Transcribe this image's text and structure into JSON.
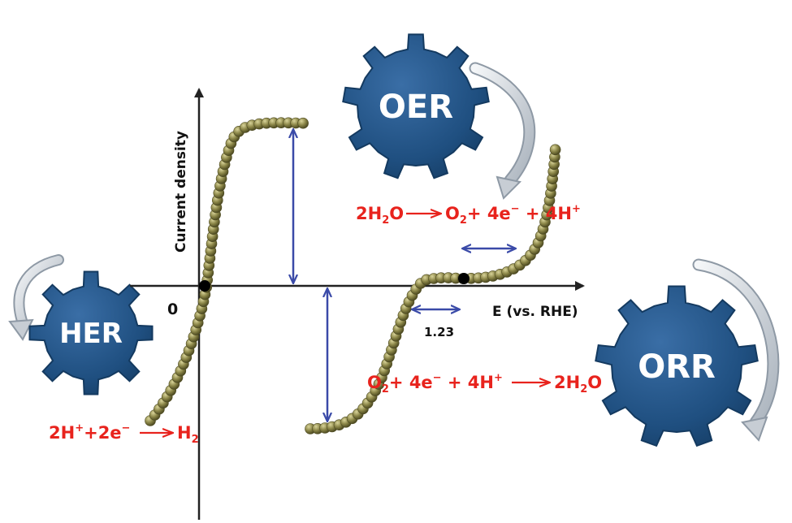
{
  "axes": {
    "y_label": "Current density",
    "x_label": "E (vs. RHE)",
    "origin_label": "0",
    "potential_label": "1.23"
  },
  "gears": {
    "oer": {
      "label": "OER"
    },
    "her": {
      "label": "HER"
    },
    "orr": {
      "label": "ORR"
    }
  },
  "equations": {
    "oer": {
      "a": "2H",
      "a_sub": "2",
      "a2": "O",
      "b": "O",
      "b_sub": "2",
      "c": "+ 4e",
      "c_sup": "−",
      "d": " + 4H",
      "d_sup": "+"
    },
    "her": {
      "a": "2H",
      "a_sup": "+",
      "b": "+2e",
      "b_sup": "−",
      "c": "H",
      "c_sub": "2"
    },
    "orr": {
      "a": "O",
      "a_sub": "2",
      "b": "+ 4e",
      "b_sup": "−",
      "c": " + 4H",
      "c_sup": "+",
      "d": "2H",
      "d_sub": "2",
      "d2": "O"
    }
  },
  "colors": {
    "gear": "#1f4f80",
    "gear_edge": "#143a60",
    "bead": "#8b8648",
    "equation": "#e8231d",
    "double_arrow": "#3a4aa8",
    "reaction_arrow": "#e8231d"
  }
}
